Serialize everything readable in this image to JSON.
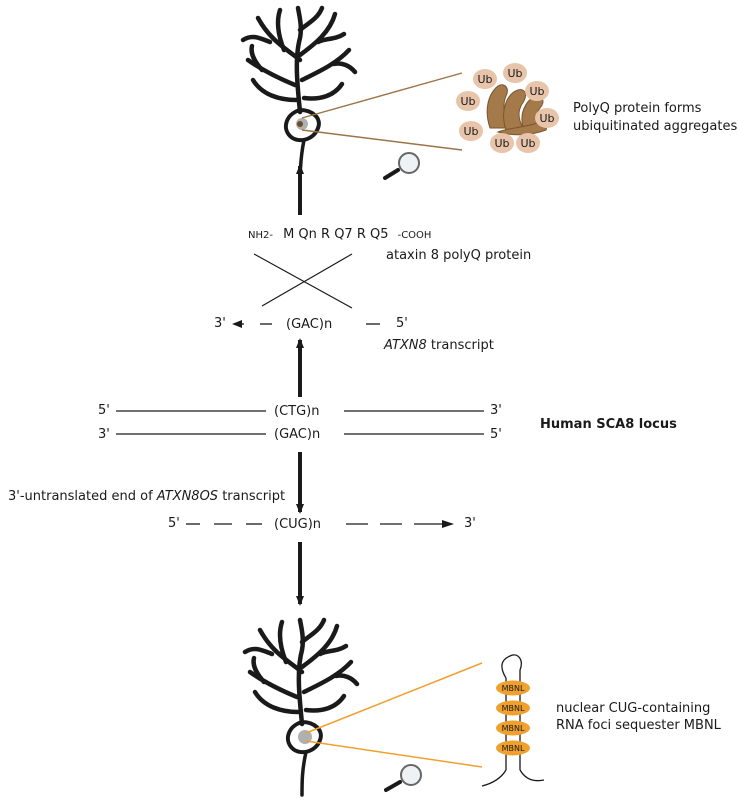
{
  "top_neuron": {
    "caption_line1": "PolyQ protein forms",
    "caption_line2": "ubiquitinated aggregates",
    "ub_label": "Ub"
  },
  "protein": {
    "sequence_prefix": "NH2-",
    "sequence_body": "M Qn R Q7 R Q5",
    "sequence_suffix": "-COOH",
    "name": "ataxin 8 polyQ protein"
  },
  "atxn8_transcript": {
    "end_left": "3'",
    "repeat": "(GAC)n",
    "end_right": "5'",
    "gene_italic": "ATXN8",
    "gene_suffix": " transcript"
  },
  "locus": {
    "top_left": "5'",
    "top_repeat": "(CTG)n",
    "top_right": "3'",
    "bottom_left": "3'",
    "bottom_repeat": "(GAC)n",
    "bottom_right": "5'",
    "title": "Human SCA8 locus"
  },
  "atxn8os_transcript": {
    "label_prefix": "3'-untranslated end of ",
    "label_italic": "ATXN8OS",
    "label_suffix": " transcript",
    "end_left": "5'",
    "repeat": "(CUG)n",
    "end_right": "3'"
  },
  "bottom_neuron": {
    "caption_line1": "nuclear CUG-containing",
    "caption_line2": "RNA foci sequester MBNL",
    "mbnl_label": "MBNL"
  },
  "colors": {
    "line": "#1a1a1a",
    "aggregate": "#a57a4a",
    "ubiquitin": "#e8c4aa",
    "mbnl": "#f0a02c",
    "zoom_line_top": "#9b7447",
    "zoom_line_bottom": "#f0a02c"
  }
}
